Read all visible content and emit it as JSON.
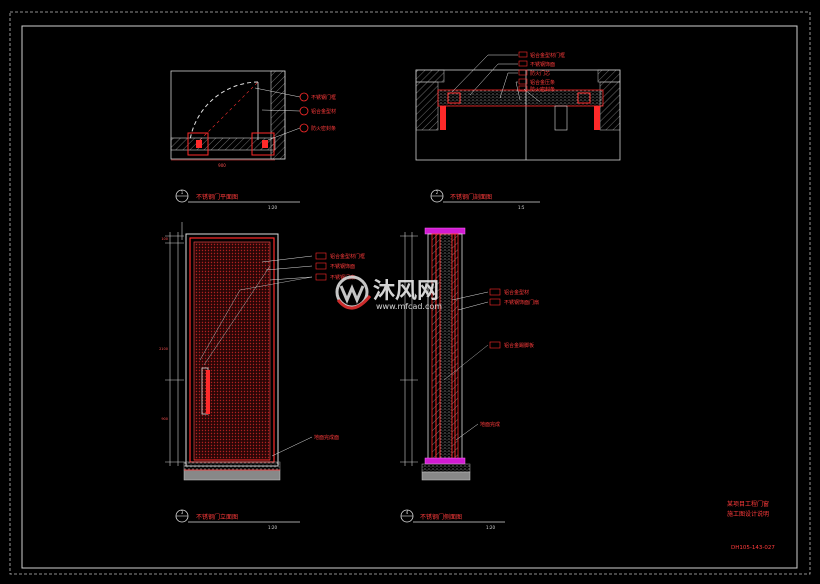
{
  "drawings": {
    "plan_top": {
      "title": "不锈钢门平面图",
      "scale": "1:20",
      "marker": "1",
      "callouts": [
        "不锈钢门框",
        "铝合金型材",
        "防火密封条"
      ]
    },
    "section_top": {
      "title": "不锈钢门剖面图",
      "scale": "1:5",
      "marker": "2",
      "callouts": [
        "铝合金型材门框",
        "不锈钢饰面",
        "防火门芯",
        "铝合金压条",
        "防火密封条"
      ]
    },
    "elevation_front": {
      "title": "不锈钢门立面图",
      "scale": "1:20",
      "marker": "3",
      "callouts": [
        "铝合金型材门框",
        "不锈钢饰面",
        "不锈钢门扇"
      ],
      "bottom_callout": "地面完成面",
      "dims_left": [
        "100",
        "2100",
        "900"
      ]
    },
    "elevation_side": {
      "title": "不锈钢门侧面图",
      "scale": "1:20",
      "marker": "4",
      "callouts": [
        "铝合金型材",
        "不锈钢饰面门扇",
        "铝合金踢脚板",
        "地面完成"
      ]
    }
  },
  "title_block": {
    "line1": "某项目工程门窗",
    "line2": "施工图设计说明",
    "drawing_number": "DH105-143-027"
  },
  "watermark": {
    "brand": "沐风网",
    "url": "www.mfcad.com"
  },
  "colors": {
    "background": "#000000",
    "line": "#d9d9d9",
    "accent": "#ff2a2a",
    "magenta": "#d21bd2",
    "text_red": "#ff3b3b"
  }
}
